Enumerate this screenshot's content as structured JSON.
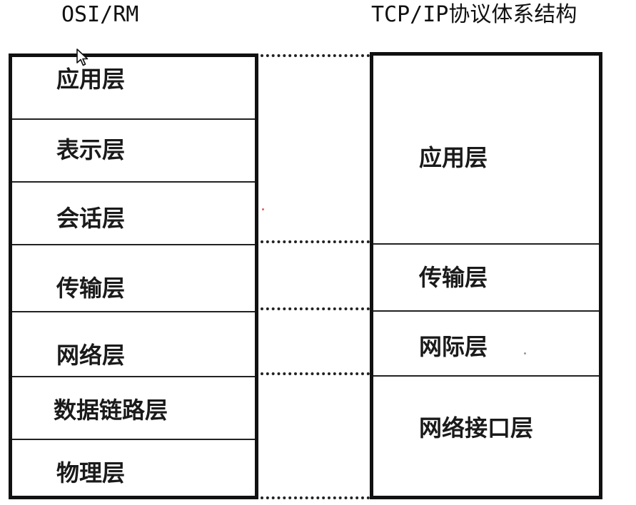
{
  "titles": {
    "osi": "OSI/RM",
    "tcpip": "TCP/IP协议体系结构"
  },
  "osi_layers": [
    "应用层",
    "表示层",
    "会话层",
    "传输层",
    "网络层",
    "数据链路层",
    "物理层"
  ],
  "tcpip_layers": [
    "应用层",
    "传输层",
    "网际层",
    "网络接口层"
  ],
  "colors": {
    "line": "#111111",
    "text": "#1a1a1a",
    "background": "#ffffff"
  }
}
